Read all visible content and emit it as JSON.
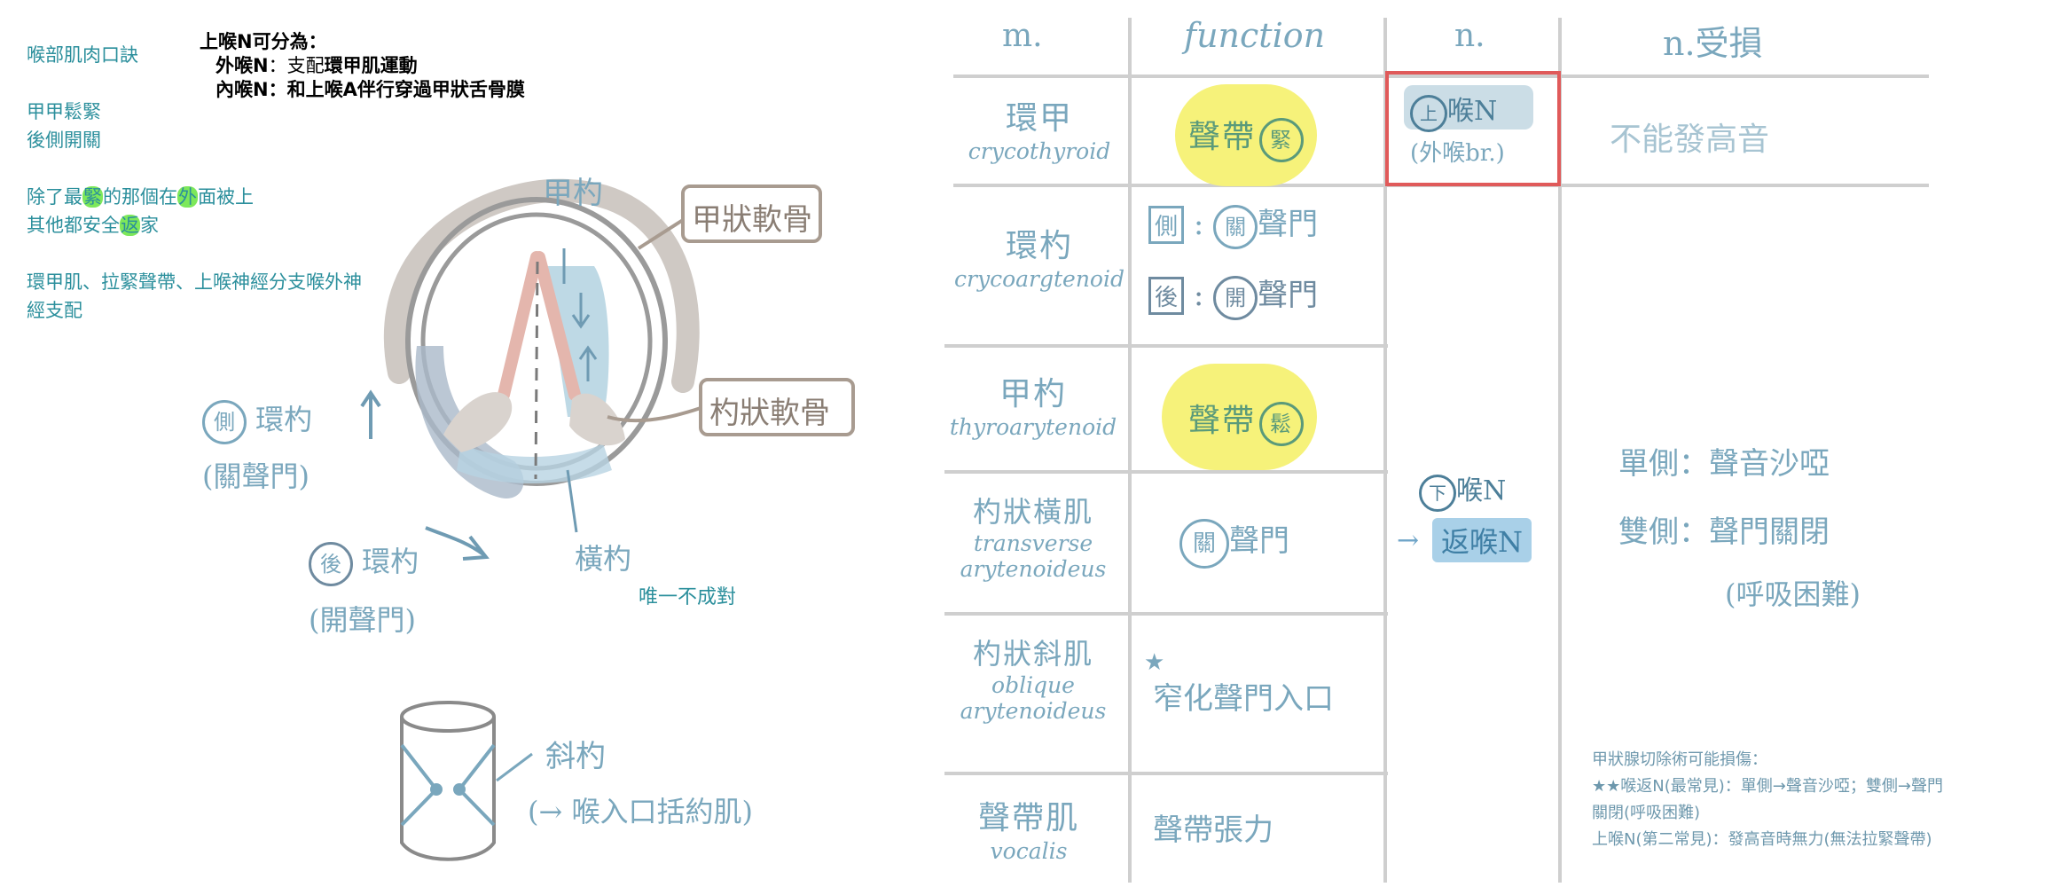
{
  "mnemonic": {
    "title": "喉部肌肉口訣",
    "line1": "甲甲鬆緊",
    "line2": "後側開關",
    "line3_a": "除了最",
    "line3_b": "緊",
    "line3_c": "的那個在",
    "line3_d": "外",
    "line3_e": "面被上",
    "line4_a": "其他都安全",
    "line4_b": "返",
    "line4_c": "家",
    "line5": "環甲肌、拉緊聲帶、上喉神經分支喉外神",
    "line6": "經支配"
  },
  "sln": {
    "title": "上喉N可分為：",
    "ext_name": "外喉N",
    "ext_sep": "：支配",
    "ext_text": "環甲肌運動",
    "int_name": "內喉N",
    "int_text": "：和上喉A伴行穿過甲狀舌骨膜"
  },
  "diagram": {
    "label_thyroarytenoid": "甲杓",
    "label_thyroid_cartilage": "甲狀軟骨",
    "label_arytenoid_cartilage": "杓狀軟骨",
    "label_lateral": "環杓",
    "label_lateral_badge": "側",
    "label_lateral_fn": "(關聲門)",
    "label_posterior": "環杓",
    "label_posterior_badge": "後",
    "label_posterior_fn": "(開聲門)",
    "label_transverse": "橫杓",
    "note_unpaired": "唯一不成對",
    "label_oblique": "斜杓",
    "label_oblique_fn": "(→ 喉入口括約肌)"
  },
  "table": {
    "headers": [
      "m.",
      "function",
      "n.",
      "n.受損"
    ],
    "rows": [
      {
        "zh": "環甲",
        "en": "crycothyroid",
        "fn": "聲帶",
        "fn_badge": "緊"
      },
      {
        "zh": "環杓",
        "en": "crycoargtenoid",
        "fn_lat_badge": "側",
        "fn_lat_open": "關",
        "fn_lat": "聲門",
        "fn_post_badge": "後",
        "fn_post_open": "開",
        "fn_post": "聲門"
      },
      {
        "zh": "甲杓",
        "en": "thyroarytenoid",
        "fn": "聲帶",
        "fn_badge": "鬆"
      },
      {
        "zh": "杓狀橫肌",
        "en1": "transverse",
        "en2": "arytenoideus",
        "fn_badge": "關",
        "fn": "聲門"
      },
      {
        "zh": "杓狀斜肌",
        "en1": "oblique",
        "en2": "arytenoideus",
        "fn": "窄化聲門入口"
      },
      {
        "zh": "聲帶肌",
        "en": "vocalis",
        "fn": "聲帶張力"
      }
    ],
    "nerve_upper_badge": "上",
    "nerve_upper": "喉N",
    "nerve_upper_sub": "(外喉br.)",
    "nerve_lower_badge": "下",
    "nerve_lower": "喉N",
    "nerve_lower_alt": "返喉N",
    "damage_upper": "不能發高音",
    "damage_uni": "單側：聲音沙啞",
    "damage_bi": "雙側：聲門關閉",
    "damage_bi_sub": "(呼吸困難)"
  },
  "footnote": {
    "line1": "甲狀腺切除術可能損傷：",
    "line2": "★★喉返N(最常見)：單側→聲音沙啞；雙側→聲門",
    "line3": "關閉(呼吸困難)",
    "line4": "上喉N(第二常見)：發高音時無力(無法拉緊聲帶)"
  },
  "colors": {
    "teal": "#2b8f9c",
    "hand_blue": "#7aa7bd",
    "highlight_green": "#7de85a",
    "highlight_yellow": "#f6f27a",
    "red_box": "#e05a5a"
  }
}
